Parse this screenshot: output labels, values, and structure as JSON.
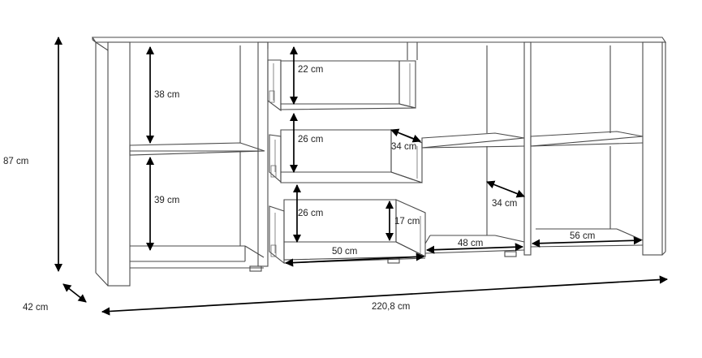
{
  "dimensions": {
    "height": "87 cm",
    "depth": "42 cm",
    "width": "220,8 cm",
    "shelf_upper": "38 cm",
    "shelf_lower": "39 cm",
    "drawer_top": "22 cm",
    "drawer_mid": "26 cm",
    "drawer_bottom": "26 cm",
    "drawer_depth": "34 cm",
    "drawer_bottom_side": "17 cm",
    "drawer_width": "50 cm",
    "compartment_depth": "34 cm",
    "compartment_mid_width": "48 cm",
    "compartment_right_width": "56 cm"
  },
  "colors": {
    "line": "#4a4a4a",
    "dimension": "#000000",
    "background": "#ffffff"
  }
}
